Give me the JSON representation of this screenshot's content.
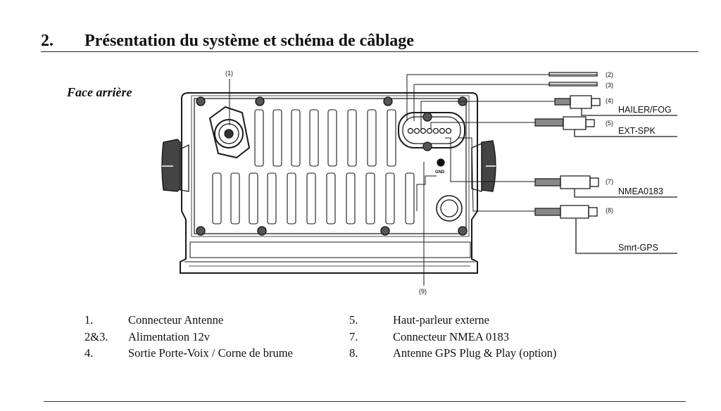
{
  "section": {
    "number": "2.",
    "title": "Présentation du système et schéma de câblage"
  },
  "face_label": "Face arrière",
  "diagram": {
    "callouts": [
      "(1)",
      "(2)",
      "(3)",
      "(4)",
      "(5)",
      "(7)",
      "(8)",
      "(9)"
    ],
    "cable_labels": {
      "hailer": "HAILER/FOG",
      "ext_spk": "EXT-SPK",
      "nmea": "NMEA0183",
      "gps": "Smrt-GPS"
    },
    "gnd_label": "GND"
  },
  "legend": {
    "left": [
      {
        "num": "1.",
        "text": "Connecteur Antenne"
      },
      {
        "num": "2&3.",
        "text": "Alimentation 12v"
      },
      {
        "num": "4.",
        "text": "Sortie Porte-Voix / Corne de brume"
      }
    ],
    "right": [
      {
        "num": "5.",
        "text": "Haut-parleur externe"
      },
      {
        "num": "7.",
        "text": "Connecteur NMEA 0183"
      },
      {
        "num": "8.",
        "text": "Antenne GPS Plug & Play (option)"
      }
    ]
  }
}
